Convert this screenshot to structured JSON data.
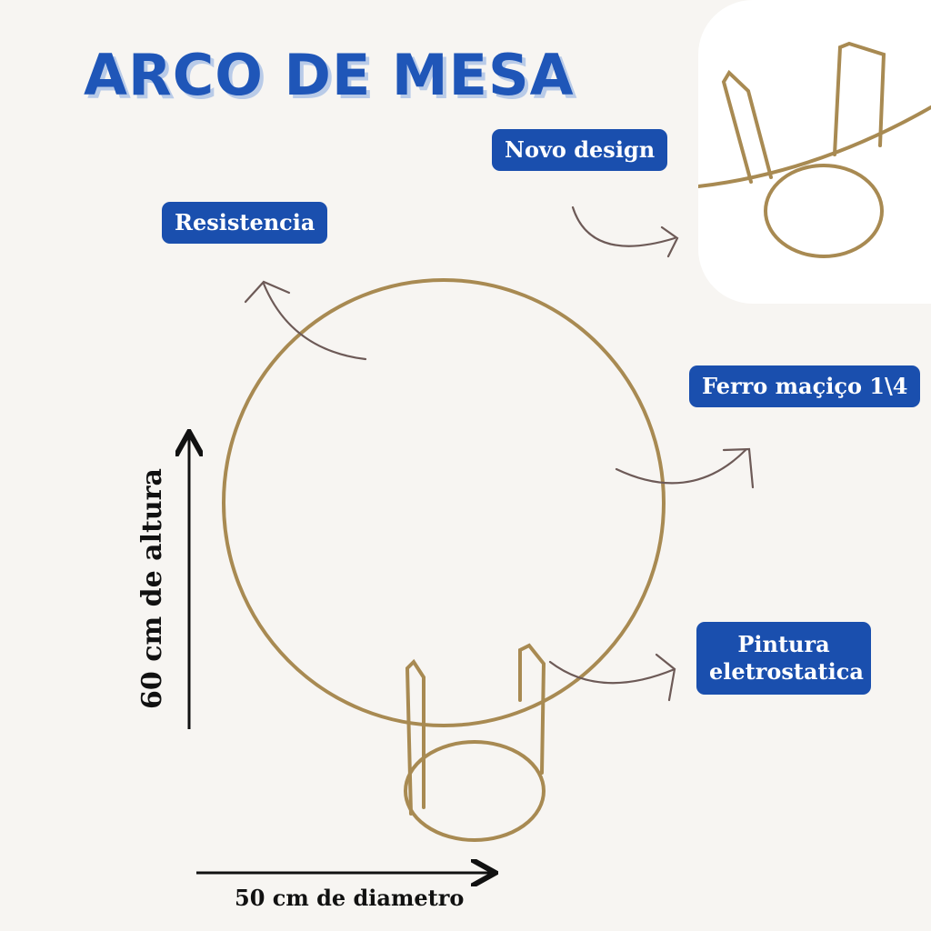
{
  "title": "ARCO DE MESA",
  "tags": {
    "novo_design": "Novo design",
    "resistencia": "Resistencia",
    "ferro": "Ferro maçiço 1\\4",
    "pintura": "Pintura eletrostatica"
  },
  "dimensions": {
    "height": "60 cm de altura",
    "diameter": "50 cm de diametro"
  },
  "colors": {
    "title": "#1f56b8",
    "tag_bg": "#1a4fae",
    "metal": "#a88a52",
    "background": "#f7f5f2"
  }
}
